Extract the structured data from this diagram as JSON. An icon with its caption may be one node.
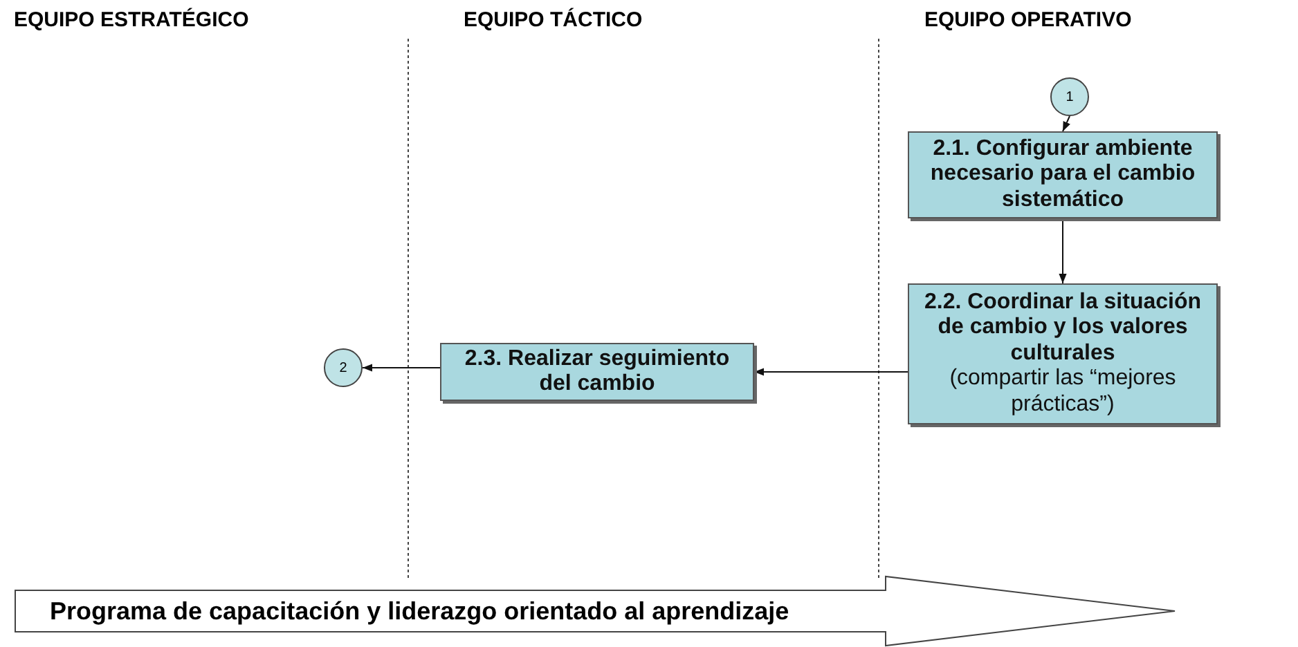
{
  "diagram": {
    "nodes": [
      {
        "text": [
          "1"
        ]
      },
      {
        "text": [
          "2.1. Configurar ambiente necesario para el cambio sistemático"
        ]
      },
      {
        "text": [
          "2.2. Coordinar la situación de cambio y los valores culturales",
          "(compartir las “mejores prácticas”)"
        ]
      },
      {
        "text": [
          "2.3. Realizar seguimiento del cambio"
        ]
      },
      {
        "text": [
          "2"
        ]
      },
      {
        "text": [
          "Programa de capacitación y liderazgo orientado al aprendizaje"
        ]
      }
    ],
    "edges": [
      {
        "from": 0,
        "to": 1,
        "arrow": "to"
      },
      {
        "from": 1,
        "to": 2,
        "arrow": "to"
      },
      {
        "from": 2,
        "to": 3,
        "arrow": "to"
      },
      {
        "from": 3,
        "to": 4,
        "arrow": "to"
      }
    ],
    "labels": [
      "EQUIPO ESTRATÉGICO",
      "EQUIPO TÁCTICO",
      "EQUIPO OPERATIVO"
    ]
  }
}
